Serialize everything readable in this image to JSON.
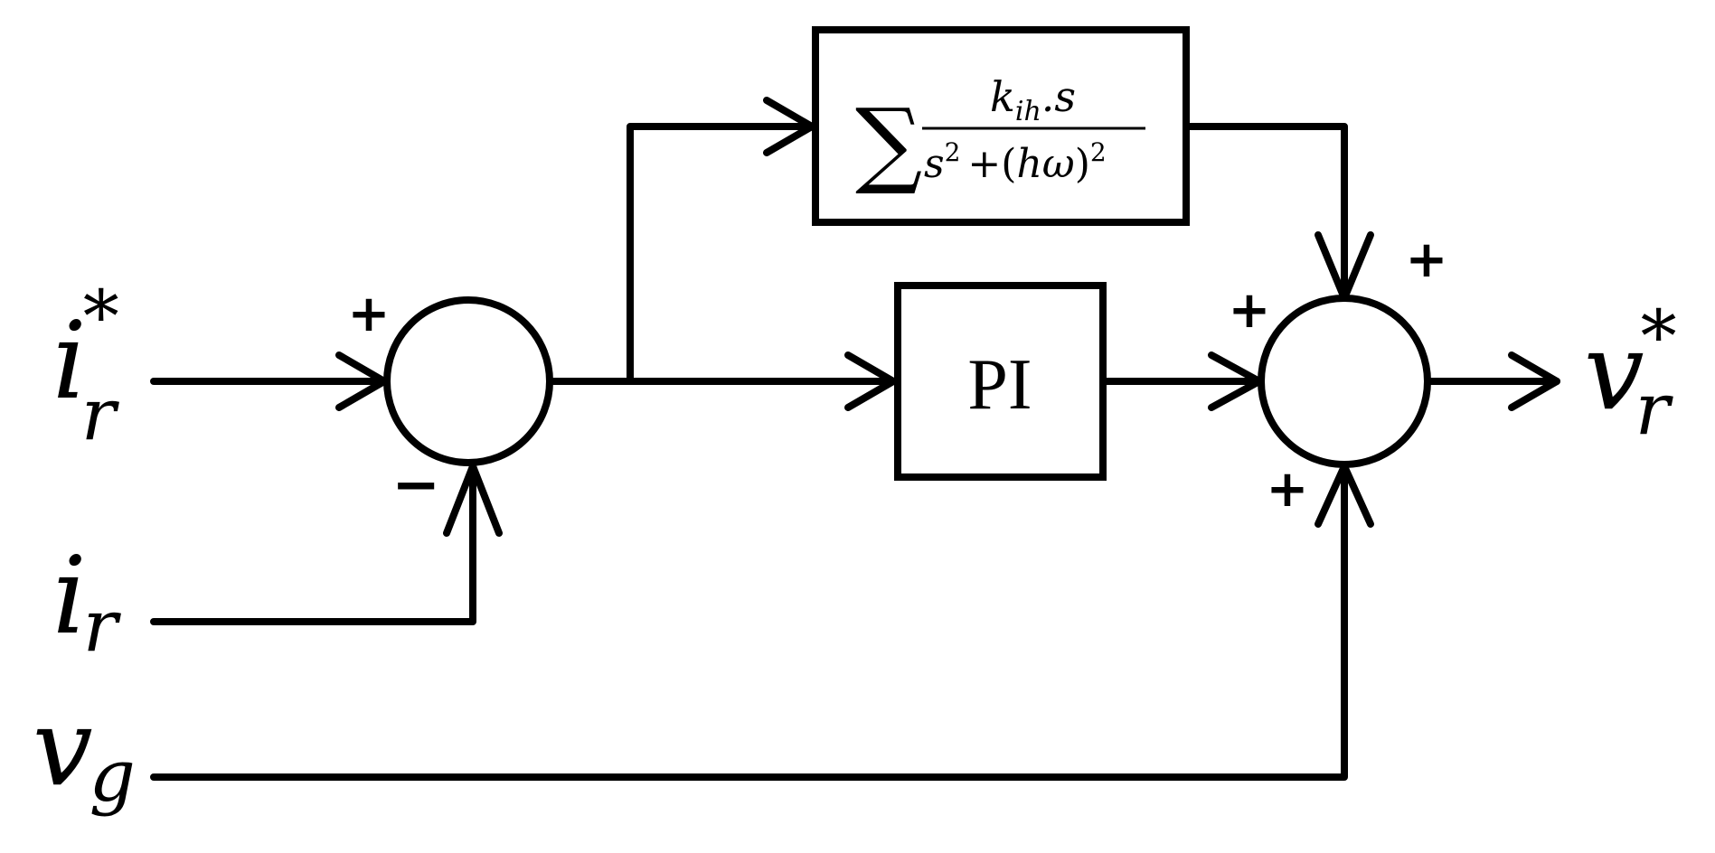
{
  "diagram": {
    "inputs": {
      "ir_ref": {
        "base": "i",
        "sub": "r",
        "sup": "*"
      },
      "ir": {
        "base": "i",
        "sub": "r"
      },
      "vg": {
        "base": "v",
        "sub": "g"
      }
    },
    "output": {
      "base": "v",
      "sub": "r",
      "sup": "*"
    },
    "blocks": {
      "pi": {
        "label": "PI"
      },
      "resonant": {
        "sum_symbol": "∑",
        "num_k": "k",
        "num_sub": "ih",
        "num_rest": ".s",
        "den_s": "s",
        "den_sq1": "2",
        "den_mid": "+(",
        "den_h": "hω",
        "den_close": ")",
        "den_sq2": "2"
      }
    },
    "signs": {
      "sum1_plus": "+",
      "sum1_minus": "−",
      "sum2_top": "+",
      "sum2_left": "+",
      "sum2_bottom": "+"
    }
  }
}
